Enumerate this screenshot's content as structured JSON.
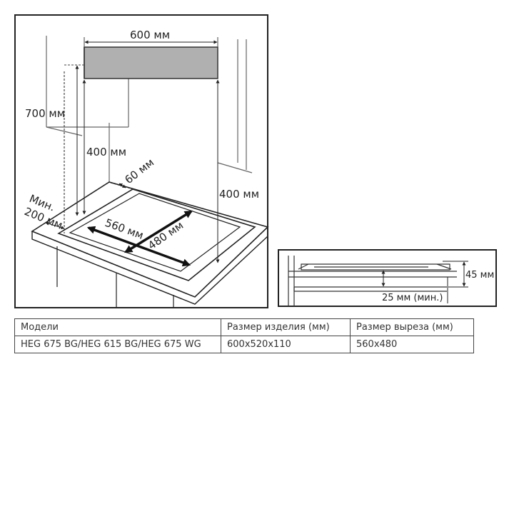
{
  "diagram": {
    "labels": {
      "width_600": "600 мм",
      "height_700": "700 мм",
      "height_400_left": "400 мм",
      "height_400_right": "400 мм",
      "depth_60": "60 мм",
      "min_label": "Мин.",
      "min_200": "200 мм",
      "cutout_560": "560 мм",
      "cutout_480": "480 мм"
    },
    "detail": {
      "label_45": "45 мм",
      "label_25": "25 мм (мин.)"
    }
  },
  "table": {
    "headers": [
      "Модели",
      "Размер изделия (мм)",
      "Размер выреза (мм)"
    ],
    "rows": [
      [
        "HEG 675 BG/HEG 615 BG/HEG 675 WG",
        "600x520x110",
        "560x480"
      ]
    ]
  }
}
